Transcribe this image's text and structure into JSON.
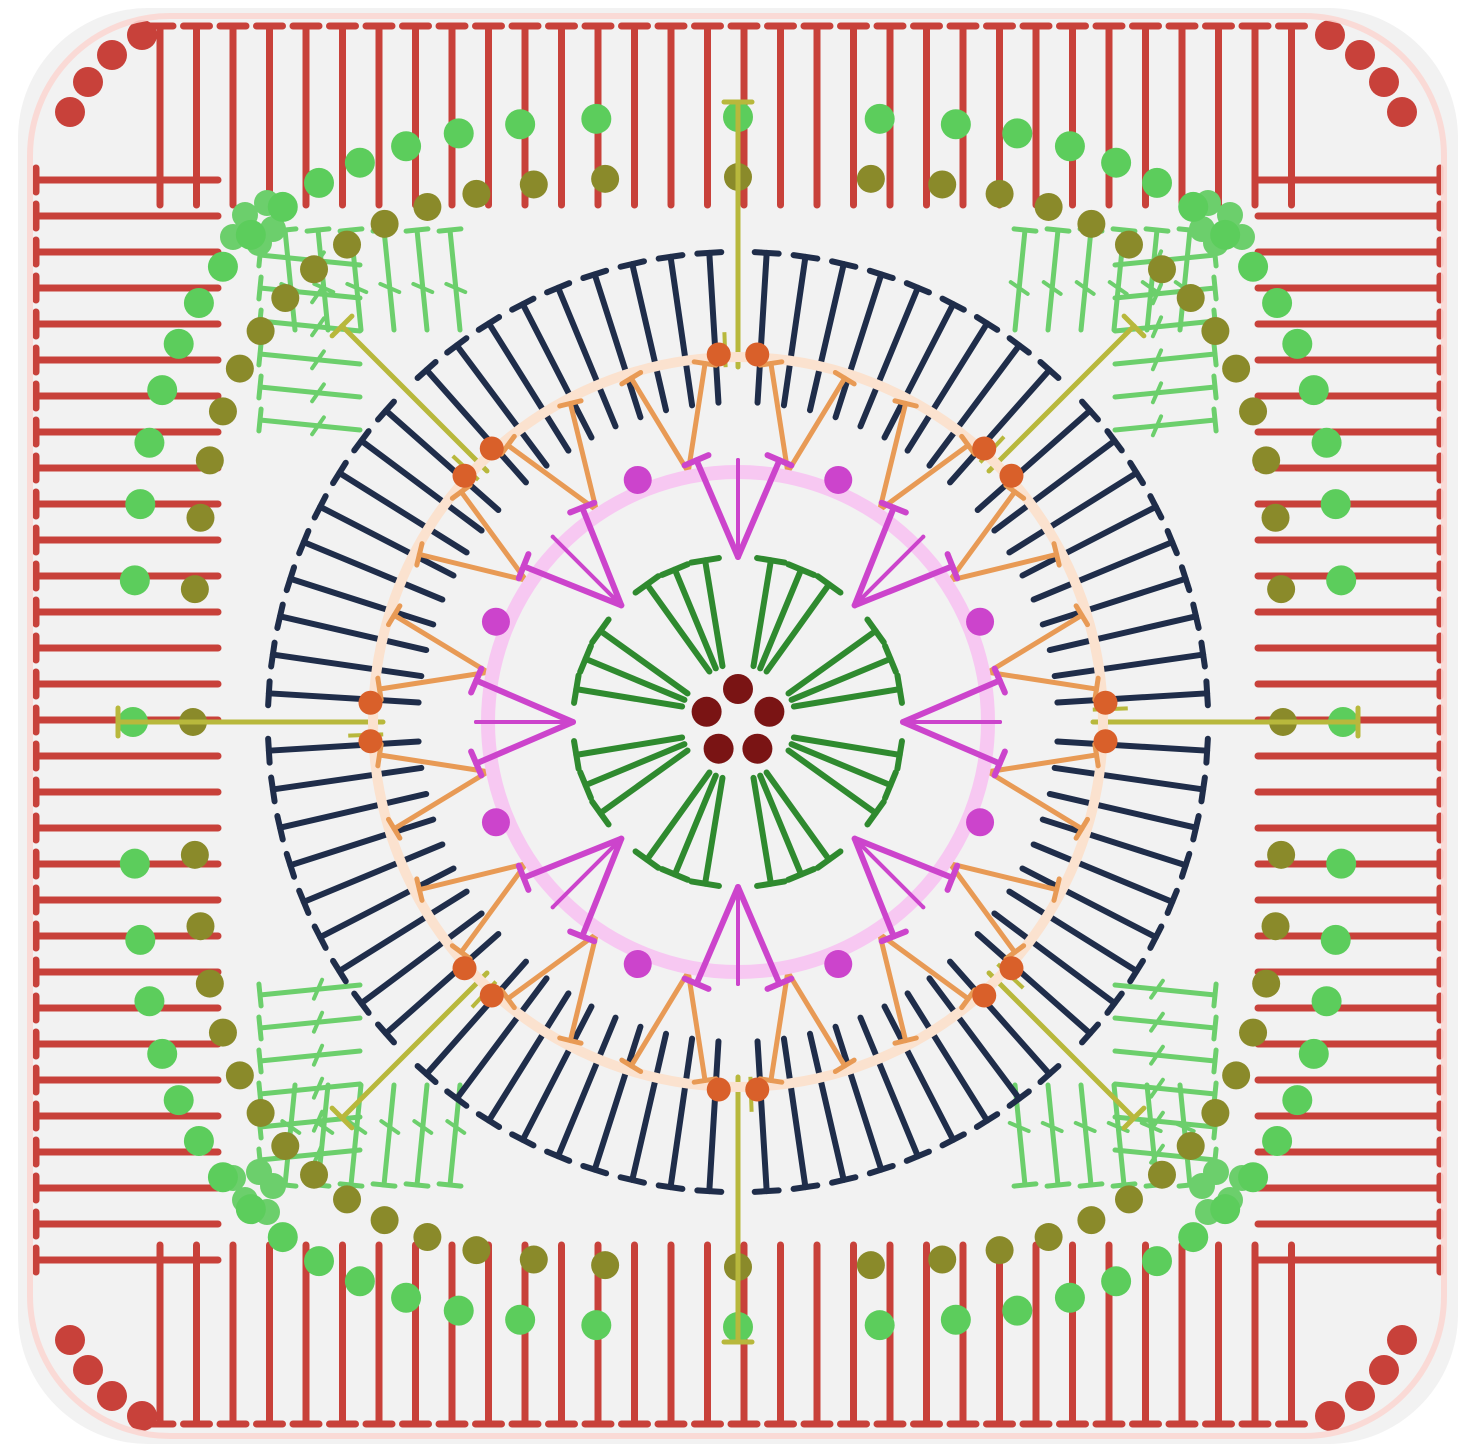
{
  "rounds": [
    {
      "round": 1,
      "stitch": "chain-ring",
      "color": "#7a1414",
      "count": 5
    },
    {
      "round": 2,
      "stitch": "tr-groups",
      "color": "#2f8a2f",
      "count": 8
    },
    {
      "round": 3,
      "stitch": "dc-v-groups",
      "color": "#cc44cc",
      "count": 8
    },
    {
      "round": 4,
      "stitch": "dc-v-shells",
      "color": "#e89a55",
      "count": 16
    },
    {
      "round": 5,
      "stitch": "dc-fans",
      "color": "#1f2d4a",
      "count": 8
    },
    {
      "round": 6,
      "stitch": "chain-loops",
      "color": "#8a8a2a",
      "count": 44
    },
    {
      "round": 7,
      "stitch": "chain-loops",
      "color": "#5ccd5c",
      "count": 44
    },
    {
      "round": 8,
      "stitch": "dtr-corners",
      "color": "#6ccf6c",
      "count": 4
    },
    {
      "round": 9,
      "stitch": "dc-border",
      "color": "#c8413a",
      "count": 4
    }
  ],
  "colors": {
    "background": "#f2f2f2",
    "ring": "#7a1414",
    "round2": "#2f8a2f",
    "round3": "#cc44cc",
    "round4": "#e89a55",
    "round4dots": "#d9602a",
    "round5": "#1f2d4a",
    "round6dots": "#8a8a2a",
    "round7dots": "#5ccd5c",
    "corners": "#6ccf6c",
    "spokes": "#b8b83c",
    "border": "#c8413a",
    "halo_green": "#c6f5c6",
    "halo_pink": "#f7c8f2",
    "halo_red": "#fbd7d3"
  },
  "icons": [
    "chain-dot-icon",
    "double-crochet-icon",
    "treble-crochet-icon"
  ]
}
